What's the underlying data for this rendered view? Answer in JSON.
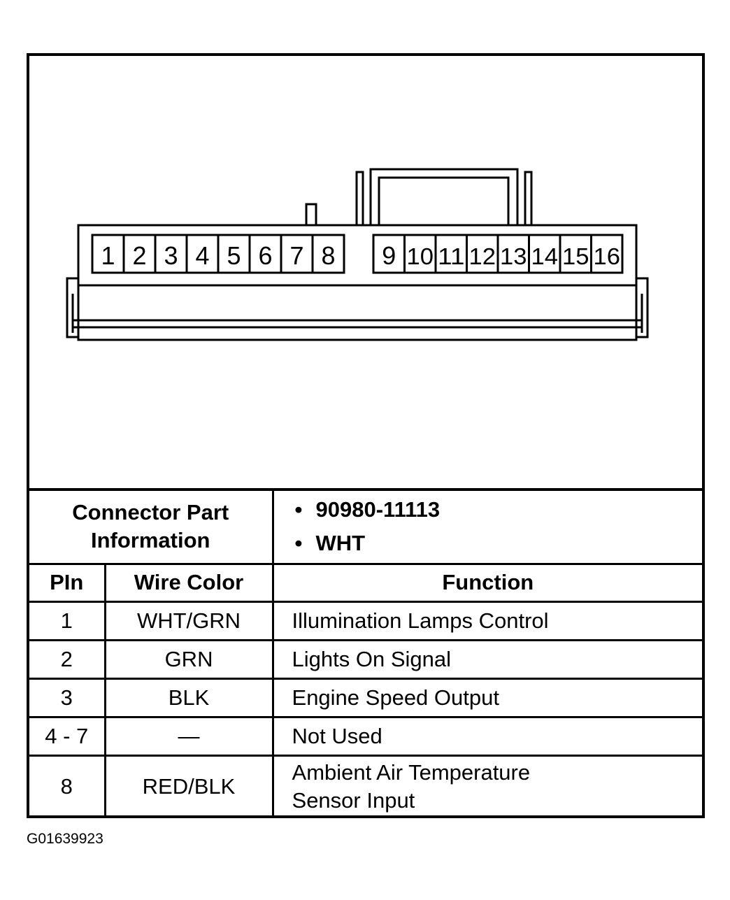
{
  "connector": {
    "left_pins": [
      "1",
      "2",
      "3",
      "4",
      "5",
      "6",
      "7",
      "8"
    ],
    "right_pins": [
      "9",
      "10",
      "11",
      "12",
      "13",
      "14",
      "15",
      "16"
    ]
  },
  "connector_info": {
    "label_line1": "Connector Part",
    "label_line2": "Information",
    "items": [
      "90980-11113",
      "WHT"
    ],
    "bullet": "•"
  },
  "table": {
    "headers": {
      "pin": "PIn",
      "wire_color": "Wire Color",
      "function": "Function"
    },
    "rows": [
      {
        "pin": "1",
        "wire_color": "WHT/GRN",
        "function": [
          "Illumination Lamps Control"
        ]
      },
      {
        "pin": "2",
        "wire_color": "GRN",
        "function": [
          "Lights On Signal"
        ]
      },
      {
        "pin": "3",
        "wire_color": "BLK",
        "function": [
          "Engine Speed Output"
        ]
      },
      {
        "pin": "4 - 7",
        "wire_color": "—",
        "function": [
          "Not Used"
        ]
      },
      {
        "pin": "8",
        "wire_color": "RED/BLK",
        "function": [
          "Ambient Air Temperature",
          "Sensor Input"
        ]
      }
    ]
  },
  "figure_id": "G01639923"
}
